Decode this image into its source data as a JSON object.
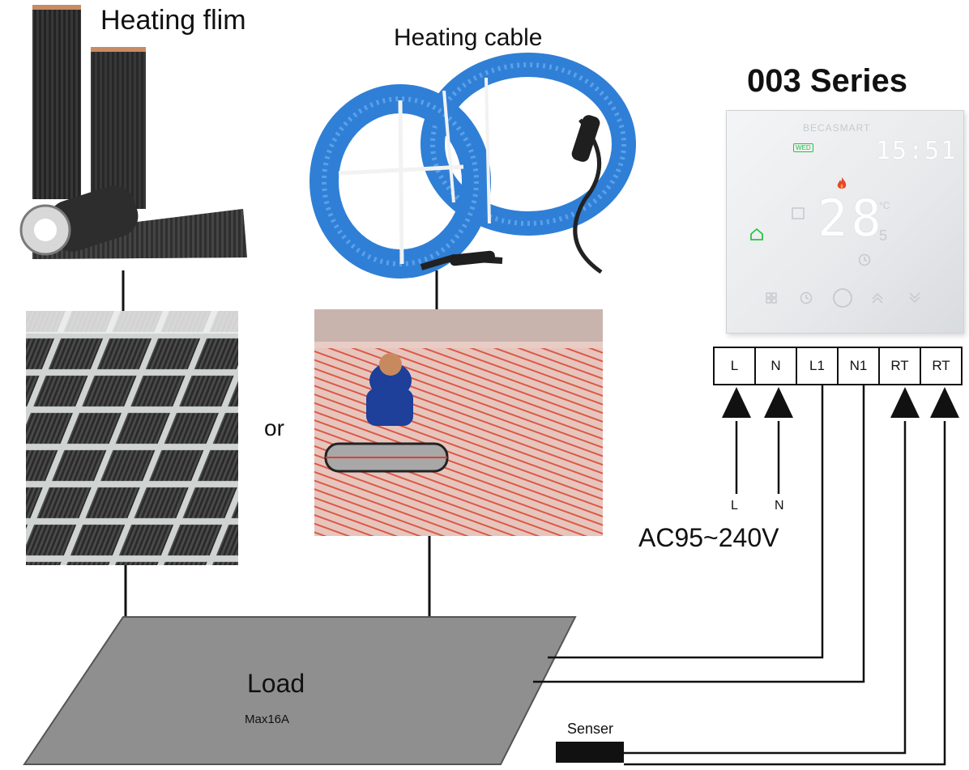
{
  "labels": {
    "heating_film": "Heating flim",
    "heating_cable": "Heating cable",
    "series": "003 Series",
    "or": "or",
    "voltage": "AC95~240V",
    "load": "Load",
    "load_max": "Max16A",
    "sensor": "Senser",
    "wire_l": "L",
    "wire_n": "N"
  },
  "terminals": [
    "L",
    "N",
    "L1",
    "N1",
    "RT",
    "RT"
  ],
  "thermostat": {
    "brand": "BECASMART",
    "day": "WED",
    "clock": "15:51",
    "temperature": "28",
    "unit": "°C",
    "sub_digit": "5"
  },
  "colors": {
    "cable_blue": "#2f7fd6",
    "heat_line_red": "#d9442f",
    "load_gray": "#8f8f8f",
    "accent_green": "#27c441"
  }
}
